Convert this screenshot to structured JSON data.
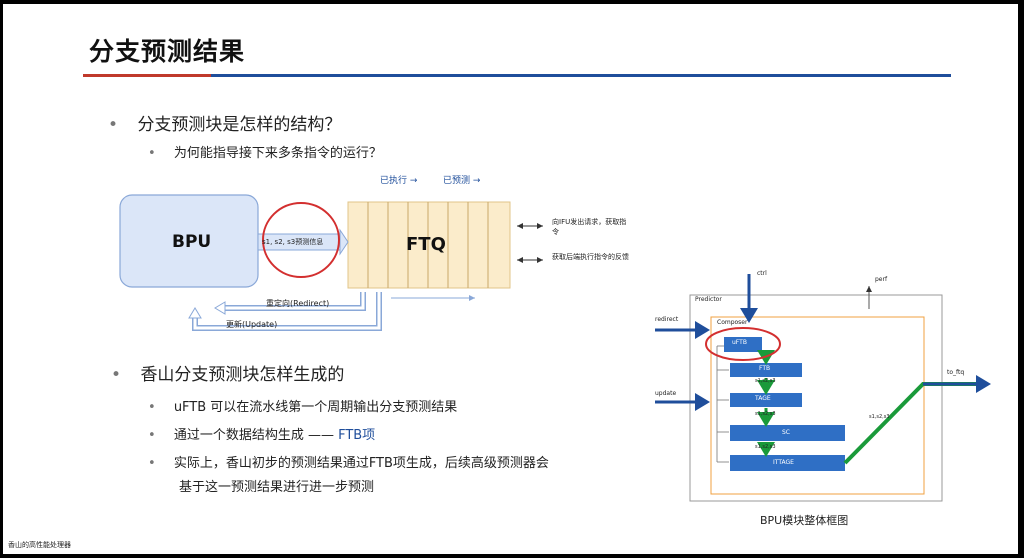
{
  "slide": {
    "title": "分支预测结果",
    "bullets": [
      {
        "text": "分支预测块是怎样的结构？",
        "sub": [
          "为何能指导接下来多条指令的运行？"
        ]
      },
      {
        "text": "香山分支预测块怎样生成的",
        "sub": [
          "uFTB 可以在流水线第一个周期输出分支预测结果",
          "通过一个数据结构生成 —— ",
          "实际上，香山初步的预测结果通过FTB项生成，后续高级预测器会",
          "基于这一预测结果进行进一步预测"
        ],
        "highlight": "FTB项"
      }
    ]
  },
  "diagram1": {
    "bpu_label": "BPU",
    "ftq_label": "FTQ",
    "arrow_label": "s1, s2, s3预测信息",
    "executed_label": "已执行",
    "predicted_label": "已预测",
    "ifu_note": "向IFU发出请求，获取指令",
    "feedback_note": "获取后端执行指令的反馈",
    "redirect_label": "重定向(Redirect)",
    "update_label": "更新(Update)",
    "colors": {
      "bpu_fill": "#dbe6f8",
      "ftq_fill": "#fbeccb",
      "circle": "#d32f2f"
    }
  },
  "diagram2": {
    "ctrl": "ctrl",
    "perf": "perf",
    "predictor": "Predictor",
    "composer": "Composer",
    "redirect": "redirect",
    "update": "update",
    "to_ftq": "to_ftq",
    "blocks": [
      "uFTB",
      "FTB",
      "TAGE",
      "SC",
      "ITTAGE"
    ],
    "stage_labels": [
      "s1,s2,s3",
      "s1,s2,s3",
      "s1,s2,s3"
    ],
    "out_label": "s1,s2,s3",
    "caption": "BPU模块整体框图",
    "colors": {
      "block": "#2f6fc5",
      "composer": "#f0a040",
      "arrow": "#1a9a3a",
      "circle": "#d32f2f"
    }
  },
  "watermark": "香山的高性能处理器"
}
